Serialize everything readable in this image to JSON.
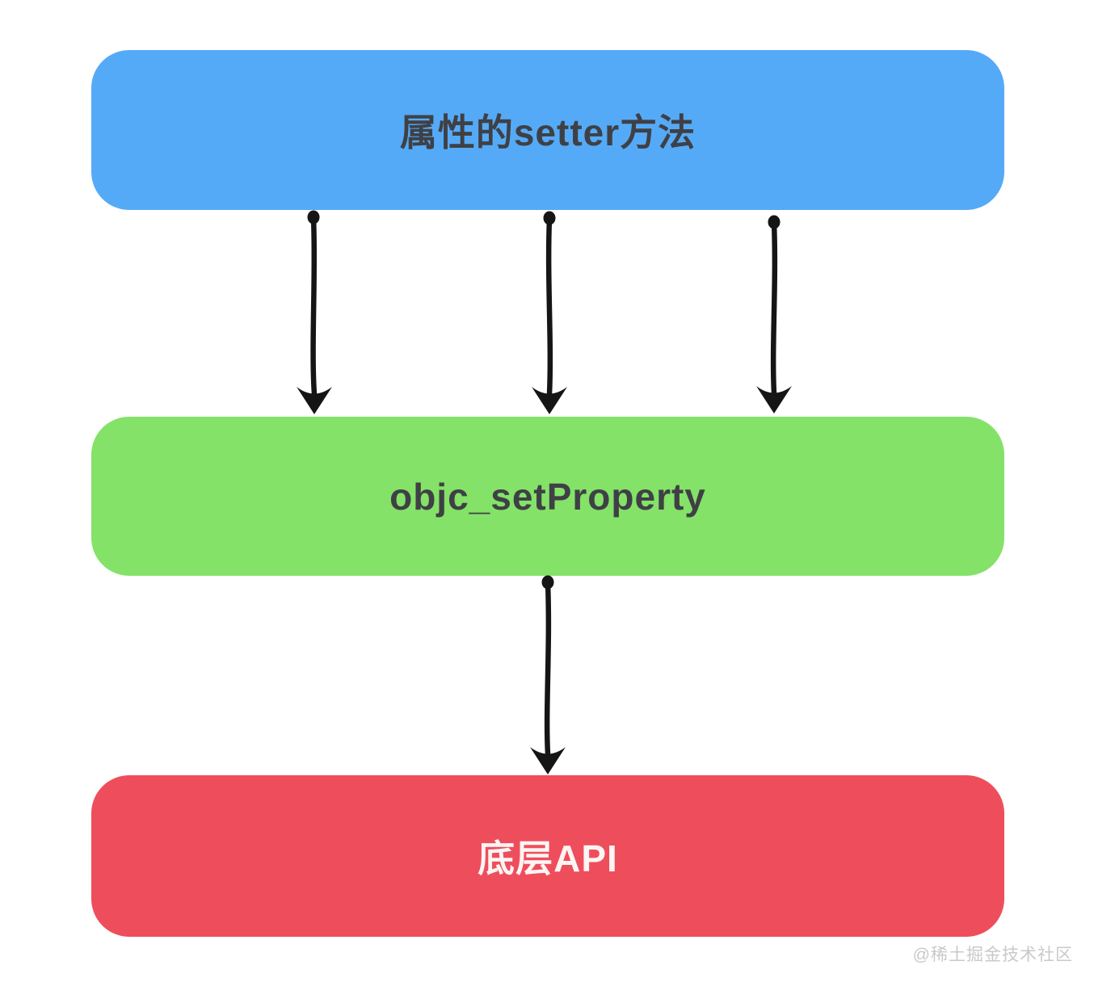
{
  "diagram": {
    "type": "flowchart",
    "nodes": [
      {
        "id": "setter-method",
        "label": "属性的setter方法",
        "fill": "#55aaf7",
        "text_color": "#3f4045"
      },
      {
        "id": "objc-setproperty",
        "label": "objc_setProperty",
        "fill": "#84e268",
        "text_color": "#3f4045"
      },
      {
        "id": "low-level-api",
        "label": "底层API",
        "fill": "#ee4e5c",
        "text_color": "#fcf5f4"
      }
    ],
    "edges": [
      {
        "from": "setter-method",
        "to": "objc-setproperty",
        "arrow_count": 3,
        "color": "#151515"
      },
      {
        "from": "objc-setproperty",
        "to": "low-level-api",
        "arrow_count": 1,
        "color": "#151515"
      }
    ]
  },
  "watermark": {
    "text": "@稀土掘金技术社区",
    "color": "#c9c9c9"
  }
}
